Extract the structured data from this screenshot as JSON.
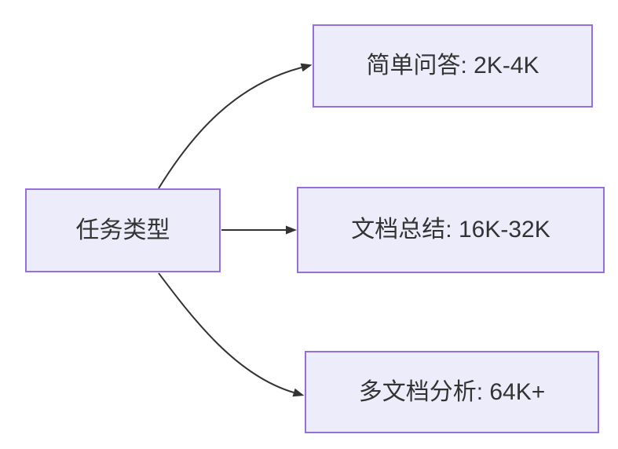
{
  "diagram": {
    "type": "flowchart",
    "root": {
      "label": "任务类型"
    },
    "children": [
      {
        "label": "简单问答: 2K-4K"
      },
      {
        "label": "文档总结: 16K-32K"
      },
      {
        "label": "多文档分析: 64K+"
      }
    ],
    "edges": [
      {
        "from": "任务类型",
        "to": "简单问答: 2K-4K"
      },
      {
        "from": "任务类型",
        "to": "文档总结: 16K-32K"
      },
      {
        "from": "任务类型",
        "to": "多文档分析: 64K+"
      }
    ],
    "colors": {
      "background": "#ffffff",
      "node_fill": "#ECECFA",
      "node_border": "#9370DB",
      "edge": "#333333",
      "text": "#333333"
    }
  }
}
